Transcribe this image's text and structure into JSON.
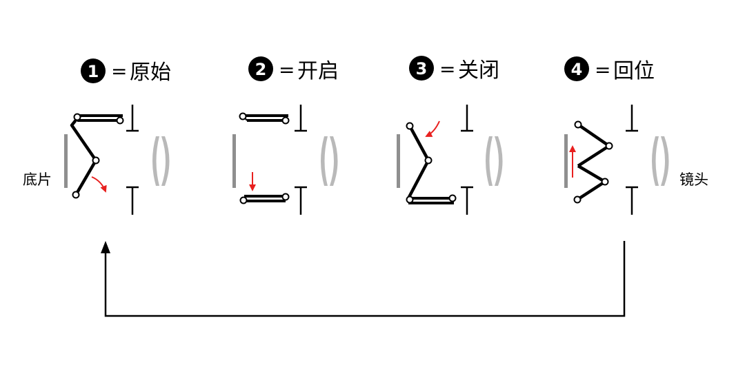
{
  "steps": [
    {
      "num": "1",
      "eq": "=",
      "label": "原始"
    },
    {
      "num": "2",
      "eq": "=",
      "label": "开启"
    },
    {
      "num": "3",
      "eq": "=",
      "label": "关闭"
    },
    {
      "num": "4",
      "eq": "=",
      "label": "回位"
    }
  ],
  "labels": {
    "film": "底片",
    "lens": "镜头"
  },
  "colors": {
    "ink": "#000000",
    "film_gray": "#8f8f8f",
    "lens_gray": "#b9b9b9",
    "arrow_red": "#e8201f",
    "background": "#ffffff"
  }
}
